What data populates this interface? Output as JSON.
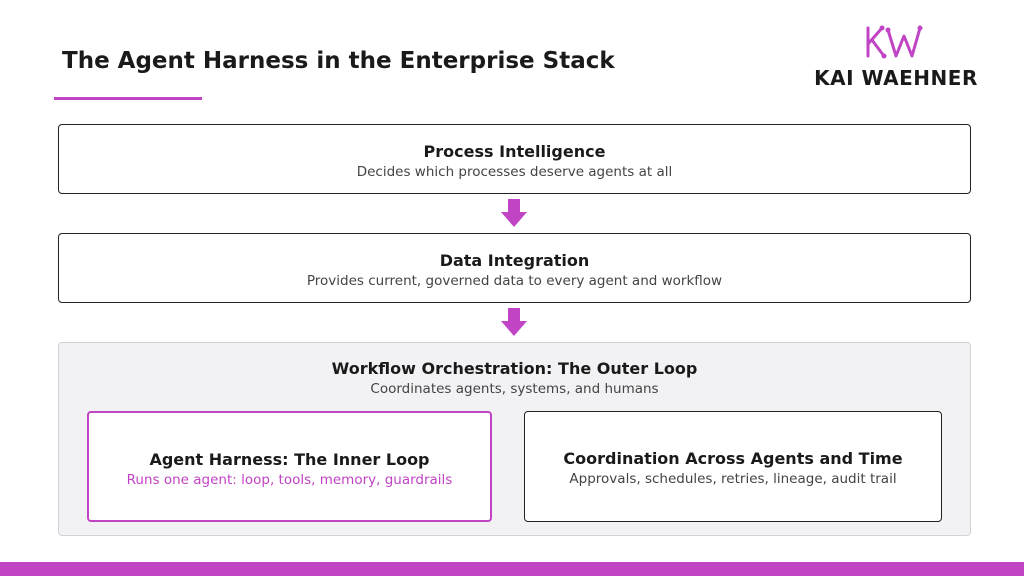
{
  "header": {
    "title": "The Agent Harness in the Enterprise Stack",
    "logo_text": "KAI WAEHNER",
    "logo_initials": "KW"
  },
  "colors": {
    "accent": "#c044c4",
    "border": "#222222",
    "panel_background": "#f2f1f4"
  },
  "layers": [
    {
      "title": "Process Intelligence",
      "subtitle": "Decides which processes deserve agents at all"
    },
    {
      "title": "Data Integration",
      "subtitle": "Provides current, governed data to every agent and workflow"
    }
  ],
  "orchestration": {
    "title": "Workflow Orchestration: The Outer Loop",
    "subtitle": "Coordinates agents, systems, and humans",
    "cards": [
      {
        "title": "Agent Harness: The Inner Loop",
        "subtitle": "Runs one agent: loop, tools, memory, guardrails"
      },
      {
        "title": "Coordination Across Agents and Time",
        "subtitle": "Approvals, schedules, retries, lineage, audit trail"
      }
    ]
  },
  "icons": {
    "arrow": "arrow-down-icon",
    "logo": "kw-logo-icon"
  }
}
